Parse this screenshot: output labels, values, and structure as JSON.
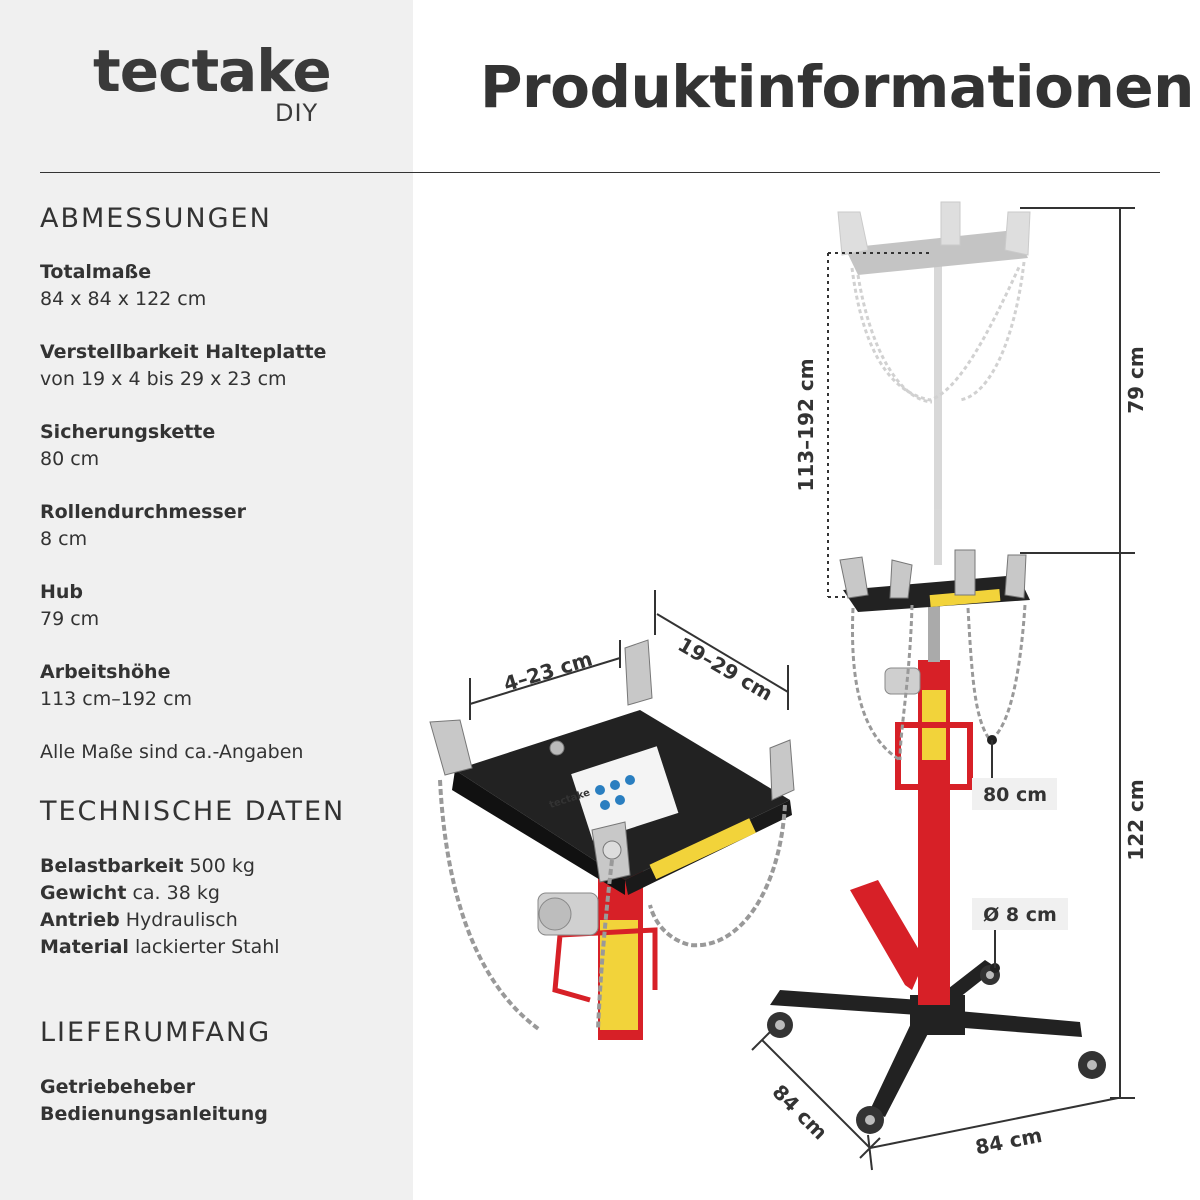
{
  "brand": {
    "name": "tectake",
    "sub": "DIY"
  },
  "title": "Produktinformationen",
  "abmessungen": {
    "heading": "ABMESSUNGEN",
    "items": [
      {
        "label": "Totalmaße",
        "value": "84 x 84 x 122 cm"
      },
      {
        "label": "Verstellbarkeit Halteplatte",
        "value": "von 19 x 4 bis 29 x 23 cm"
      },
      {
        "label": "Sicherungskette",
        "value": "80 cm"
      },
      {
        "label": "Rollendurchmesser",
        "value": "8 cm"
      },
      {
        "label": "Hub",
        "value": "79 cm"
      },
      {
        "label": "Arbeitshöhe",
        "value": "113 cm–192 cm"
      }
    ],
    "note": "Alle Maße sind ca.-Angaben"
  },
  "technische_daten": {
    "heading": "TECHNISCHE DATEN",
    "items": [
      {
        "label": "Belastbarkeit",
        "value": "500 kg"
      },
      {
        "label": "Gewicht",
        "value": "ca. 38 kg"
      },
      {
        "label": "Antrieb",
        "value": "Hydraulisch"
      },
      {
        "label": "Material",
        "value": "lackierter Stahl"
      }
    ]
  },
  "lieferumfang": {
    "heading": "LIEFERUMFANG",
    "items": [
      "Getriebeheber",
      "Bedienungsanleitung"
    ]
  },
  "dimensions": {
    "plate_width": "4–23 cm",
    "plate_depth": "19–29 cm",
    "working_height": "113–192 cm",
    "stroke": "79 cm",
    "chain": "80 cm",
    "wheel": "Ø 8 cm",
    "height": "122 cm",
    "base_depth": "84 cm",
    "base_width": "84 cm"
  },
  "plate_brand": "tectake",
  "colors": {
    "sidebar": "#f0f0f0",
    "red": "#d72027",
    "yellow": "#f2d33a",
    "black": "#222222",
    "silver": "#c8c8c8",
    "text": "#333333"
  }
}
